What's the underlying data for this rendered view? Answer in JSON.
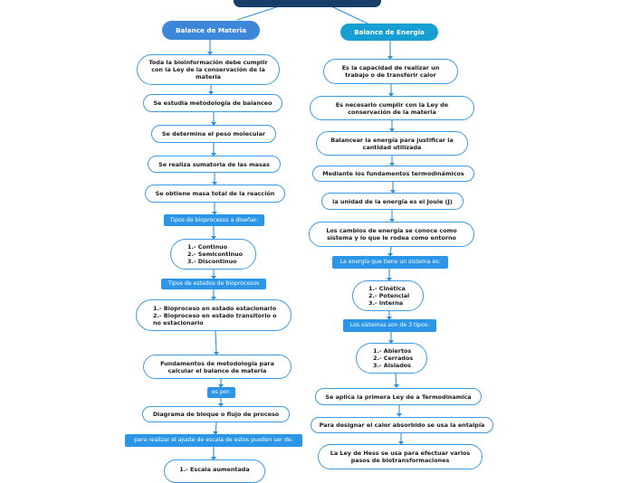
{
  "left": {
    "title": "Balance de Materia",
    "items": [
      "Toda la bioinformación debe cumplir con la Ley de la conservación de la materia",
      "Se estudia metodología de balanceo",
      "Se determina el peso molecular",
      "Se realiza sumatoria de las masas",
      "Se obtiene masa total de la reacción"
    ],
    "label_bioprocesos": "Tipos de bioprocesos a diseñar:",
    "tipos_bioprocesos": [
      "1.- Continuo",
      "2.- Semicontinuo",
      "3.- Discontinuo"
    ],
    "label_estados": "Tipos de estados de bioprocesos",
    "estados": [
      "1.- Bioproceso en estado estacionario",
      "2.- Bioproceso en estado transitorio o no estacionario"
    ],
    "fundamentos": "Fundamentos de metodología para calcular el balance de materia",
    "label_es_por": "es por:",
    "diagrama": "Diagrama de bloque o flujo de proceso",
    "label_ajuste": "para realizar el ajuste de escala de estos pueden ser de:",
    "escala": [
      "1.- Escala aumentada"
    ]
  },
  "right": {
    "title": "Balance de Energía",
    "items": [
      "Es la capacidad de realizar un trabajo o de transferir calor",
      "Es necesario cumplir con la Ley de conservación de la materia",
      "Balancear la energía para justificar la cantidad utilizada",
      "Mediante los fundamentos termodinámicos",
      "la unidad de la energía es el Joule (J)",
      "Los cambios de energía se conoce como sistema y lo que le rodea como entorno"
    ],
    "label_energia": "La energía que tiene un sistema es:",
    "energias": [
      "1.- Cinética",
      "2.- Potencial",
      "3.- Interna"
    ],
    "label_sistemas": "Los sistemas son de 3 tipos:",
    "sistemas": [
      "1.- Abiertos",
      "2.- Cerrados",
      "3.- Aislados"
    ],
    "primera_ley": "Se aplica la primera Ley de a Termodinamica",
    "calor": "Para designar el calor absorbido se usa la entalpía",
    "hess": "La Ley de Hess se usa para efectuar varios pasos de biotransformaciones"
  }
}
